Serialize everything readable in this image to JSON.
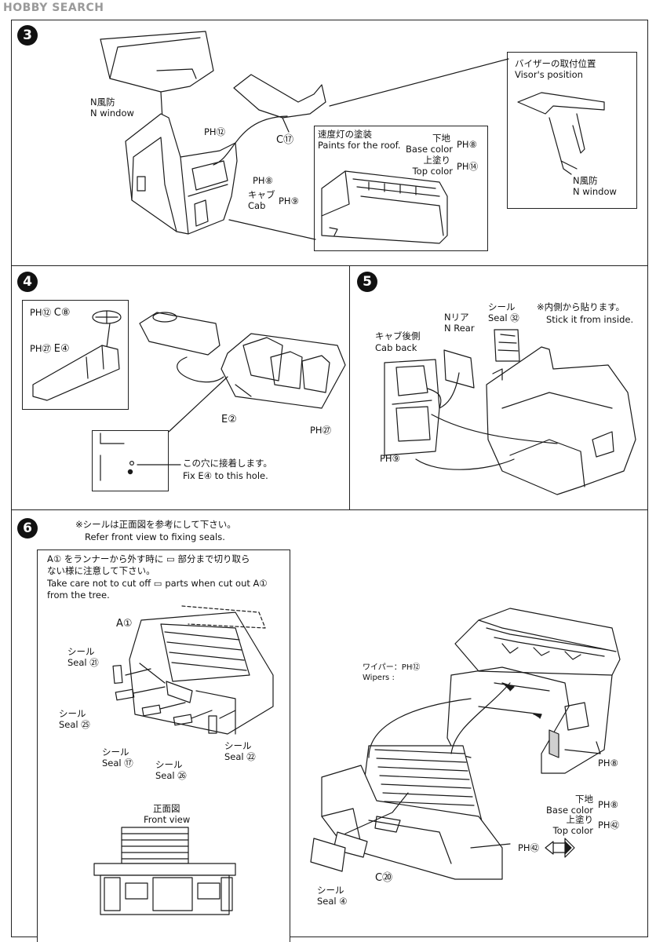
{
  "logo": {
    "text": "HOBBY SEARCH"
  },
  "steps": {
    "s3": {
      "number": "3"
    },
    "s4": {
      "number": "4"
    },
    "s5": {
      "number": "5"
    },
    "s6": {
      "number": "6"
    }
  },
  "step3": {
    "n_window_jp": "N風防",
    "n_window_en": "N window",
    "ph12": "PH⑫",
    "ph8": "PH⑧",
    "cab_jp": "キャブ",
    "cab_en": "Cab",
    "ph9": "PH⑨",
    "c17": "C⑰",
    "roof_title_jp": "速度灯の塗装",
    "roof_title_en": "Paints for the roof.",
    "base_jp": "下地",
    "base_en": "Base color",
    "base_ph": "PH⑧",
    "top_jp": "上塗り",
    "top_en": "Top color",
    "top_ph": "PH⑭",
    "visor_jp": "バイザーの取付位置",
    "visor_en": "Visor's position",
    "visor_window_jp": "N風防",
    "visor_window_en": "N window"
  },
  "step4": {
    "ph12": "PH⑫",
    "c8": "C⑧",
    "ph27a": "PH㉗",
    "e4": "E④",
    "e2": "E②",
    "ph27b": "PH㉗",
    "hole_jp": "この穴に接着します。",
    "hole_en": "Fix E④ to this hole."
  },
  "step5": {
    "seal_jp": "シール",
    "seal_en": "Seal ㉜",
    "note_jp": "※内側から貼ります。",
    "note_en": "Stick it from inside.",
    "nrear_jp": "Nリア",
    "nrear_en": "N Rear",
    "cabback_jp": "キャブ後側",
    "cabback_en": "Cab back",
    "ph9": "PH⑨"
  },
  "step6": {
    "note_jp": "※シールは正面図を参考にして下さい。",
    "note_en": "Refer front view to fixing seals.",
    "caution_jp1": "A① をランナーから外す時に ▭ 部分まで切り取ら",
    "caution_jp2": "ない様に注意して下さい。",
    "caution_en1": "Take care not to cut off ▭ parts when cut out A①",
    "caution_en2": "from the tree.",
    "a1": "A①",
    "seal21_jp": "シール",
    "seal21_en": "Seal ㉑",
    "seal25_jp": "シール",
    "seal25_en": "Seal ㉕",
    "seal17_jp": "シール",
    "seal17_en": "Seal ⑰",
    "seal26_jp": "シール",
    "seal26_en": "Seal ㉖",
    "seal22_jp": "シール",
    "seal22_en": "Seal ㉒",
    "front_jp": "正面図",
    "front_en": "Front view",
    "wiper_jp": "ワイパー：PH⑫",
    "wiper_en": "Wipers :",
    "ph8_cab": "PH⑧",
    "base_jp": "下地",
    "base_en": "Base color",
    "base_ph": "PH⑧",
    "top_jp": "上塗り",
    "top_en": "Top color",
    "top_ph": "PH㊷",
    "ph92": "PH㊷",
    "c20": "C⑳",
    "seal4_jp": "シール",
    "seal4_en": "Seal ④"
  }
}
